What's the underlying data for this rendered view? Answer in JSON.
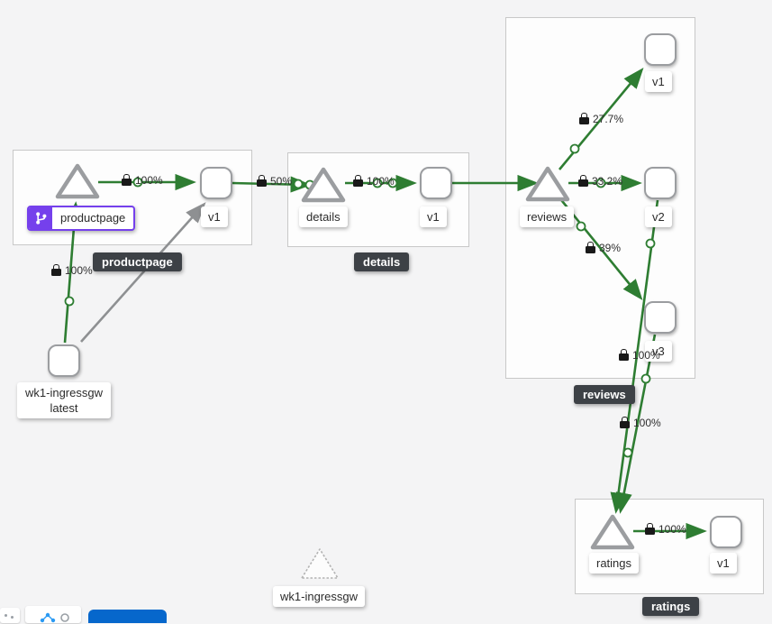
{
  "graph": {
    "groups": {
      "productpage": {
        "badge": "productpage"
      },
      "details": {
        "badge": "details"
      },
      "reviews": {
        "badge": "reviews"
      },
      "ratings": {
        "badge": "ratings"
      }
    },
    "nodes": {
      "productpage_service": {
        "label": "productpage"
      },
      "productpage_v1": {
        "label": "v1"
      },
      "details_service": {
        "label": "details"
      },
      "details_v1": {
        "label": "v1"
      },
      "reviews_service": {
        "label": "reviews"
      },
      "reviews_v1": {
        "label": "v1"
      },
      "reviews_v2": {
        "label": "v2"
      },
      "reviews_v3": {
        "label": "v3"
      },
      "ratings_service": {
        "label": "ratings"
      },
      "ratings_v1": {
        "label": "v1"
      },
      "ingress_workload": {
        "line1": "wk1-ingressgw",
        "line2": "latest"
      },
      "idle_service": {
        "label": "wk1-ingressgw"
      }
    },
    "edges": {
      "pp_tri_to_v1": {
        "label": "100%"
      },
      "gw_to_pp": {
        "label": "100%"
      },
      "ppv1_to_details": {
        "label": "50%"
      },
      "details_tri_to_v1": {
        "label": "100%"
      },
      "reviews_to_v1": {
        "label": "27.7%"
      },
      "reviews_to_v2": {
        "label": "33.2%"
      },
      "reviews_to_v3": {
        "label": "39%"
      },
      "v3_to_ratings": {
        "label": "100%"
      },
      "v2_to_ratings": {
        "label": "100%"
      },
      "ratings_tri_to_v1": {
        "label": "100%"
      }
    },
    "icons": {
      "lock": "mtls-secured-lock",
      "virtual_service": "code-branch",
      "traffic_point": "hollow-circle"
    },
    "colors": {
      "edge_green": "#2E7D32",
      "edge_gray": "#8E9092",
      "badge_bg": "#3D4146",
      "virtual_service_purple": "#7540EC",
      "primary_blue": "#0667CC"
    }
  }
}
